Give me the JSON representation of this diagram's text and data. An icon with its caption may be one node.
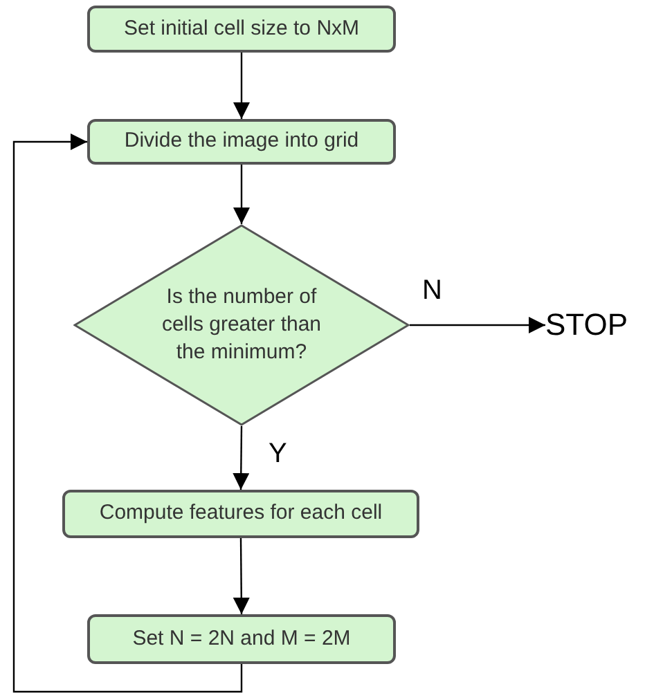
{
  "diagram": {
    "nodes": [
      {
        "text": [
          "Set initial cell size to NxM"
        ]
      },
      {
        "text": [
          "Divide the image into grid"
        ]
      },
      {
        "text": [
          "Is the number of cells greater than the minimum?"
        ]
      },
      {
        "text": [
          "STOP"
        ]
      },
      {
        "text": [
          "Compute features for each cell"
        ]
      },
      {
        "text": [
          "Set N = 2N and M = 2M"
        ]
      }
    ],
    "edges": [
      {
        "from": 0,
        "to": 1,
        "arrow": "to"
      },
      {
        "from": 1,
        "to": 2,
        "arrow": "to"
      },
      {
        "from": 2,
        "to": 3,
        "arrow": "to",
        "label": "N"
      },
      {
        "from": 2,
        "to": 4,
        "arrow": "to",
        "label": "Y"
      },
      {
        "from": 4,
        "to": 5,
        "arrow": "to"
      },
      {
        "from": 5,
        "to": 1,
        "arrow": "to"
      }
    ]
  }
}
